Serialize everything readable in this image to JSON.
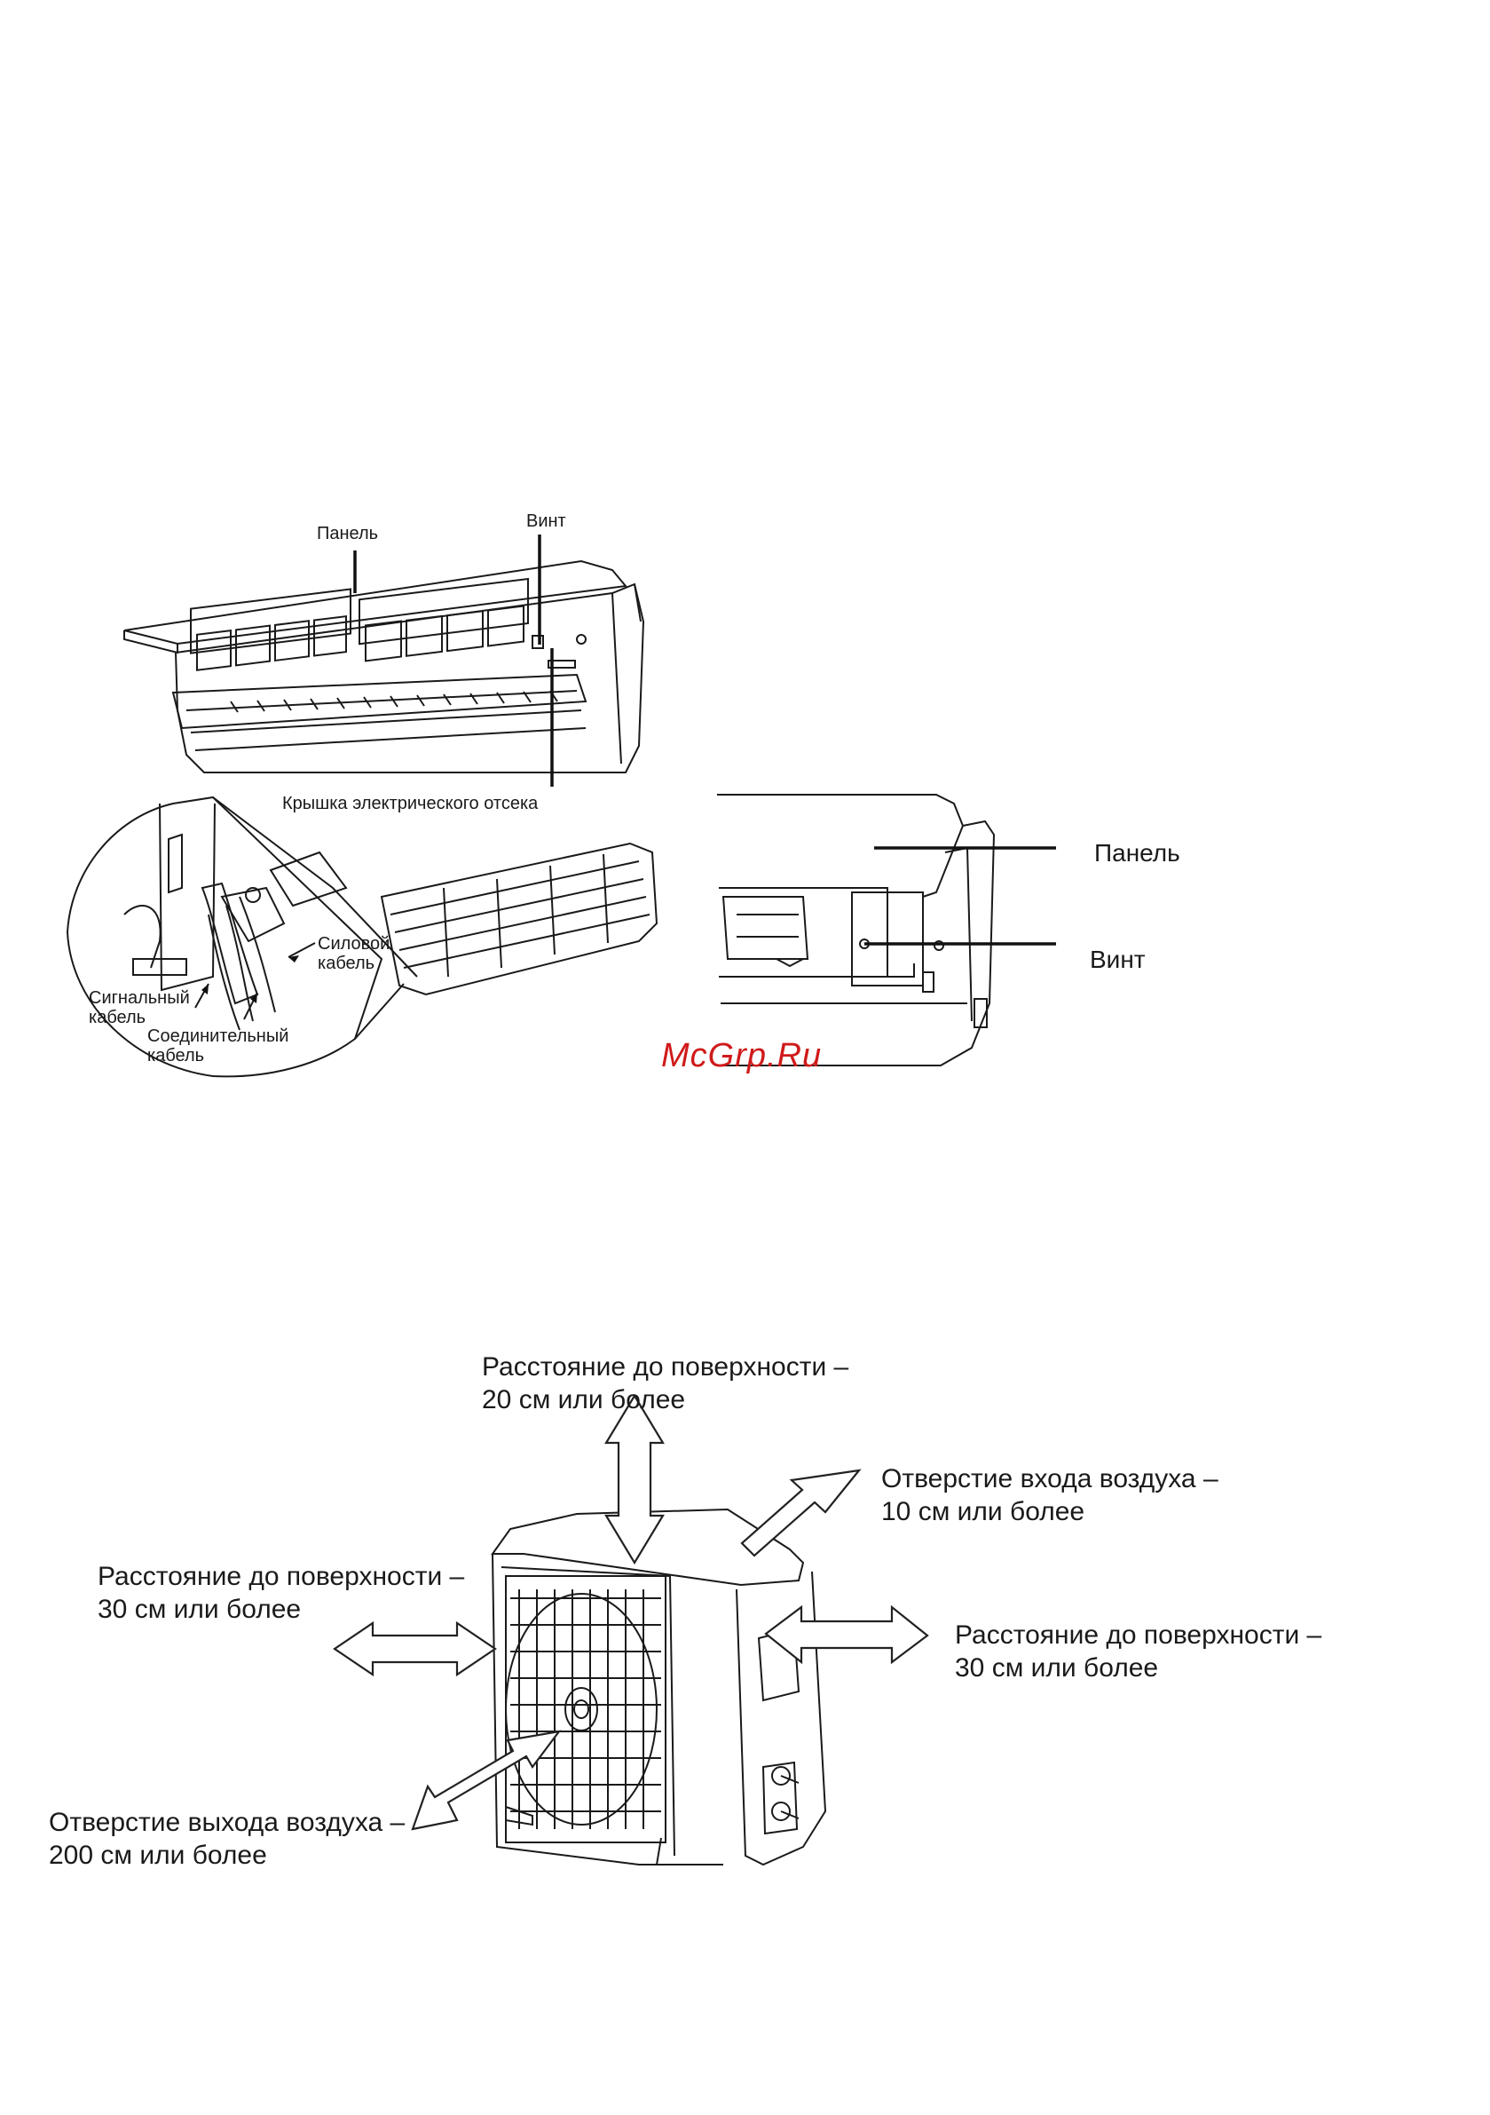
{
  "figure_top": {
    "label_panel": "Панель",
    "label_screw": "Винт",
    "label_cover": "Крышка электрического отсека",
    "label_power_cable": "Силовой\nкабель",
    "label_signal_cable": "Сигнальный\nкабель",
    "label_connecting_cable": "Соединительный\nкабель",
    "detail_label_panel": "Панель",
    "detail_label_screw": "Винт",
    "watermark": "McGrp.Ru"
  },
  "figure_bottom": {
    "top_clearance": "Расстояние до поверхности –\n20 см или более",
    "air_inlet": "Отверстие входа  воздуха –\n10 см или более",
    "left_clearance": "Расстояние до поверхности –\n30 см или более",
    "right_clearance": "Расстояние до поверхности –\n30 см или более",
    "air_outlet": "Отверстие выхода воздуха –\n200 см или более"
  }
}
